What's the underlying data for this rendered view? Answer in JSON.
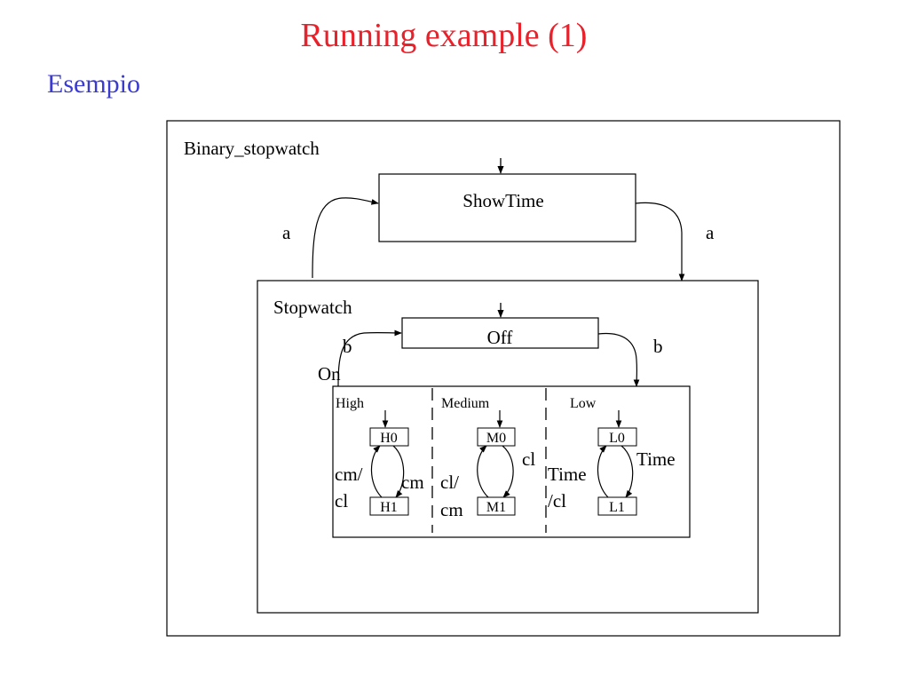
{
  "slide": {
    "title": "Running example (1)",
    "subtitle": "Esempio"
  },
  "diagram": {
    "outer_state": "Binary_stopwatch",
    "showtime_state": "ShowTime",
    "stopwatch_state": "Stopwatch",
    "off_state": "Off",
    "on_state": "On",
    "events": {
      "a_left": "a",
      "a_right": "a",
      "b_left": "b",
      "b_right": "b"
    },
    "regions": {
      "high": {
        "label": "High",
        "state0": "H0",
        "state1": "H1",
        "left_label_1": "cm/",
        "left_label_2": "cl",
        "right_label": "cm"
      },
      "medium": {
        "label": "Medium",
        "state0": "M0",
        "state1": "M1",
        "left_label_1": "cl/",
        "left_label_2": "cm",
        "right_label": "cl"
      },
      "low": {
        "label": "Low",
        "state0": "L0",
        "state1": "L1",
        "left_label_1": "Time",
        "left_label_2": "/cl",
        "right_label": "Time"
      }
    }
  }
}
